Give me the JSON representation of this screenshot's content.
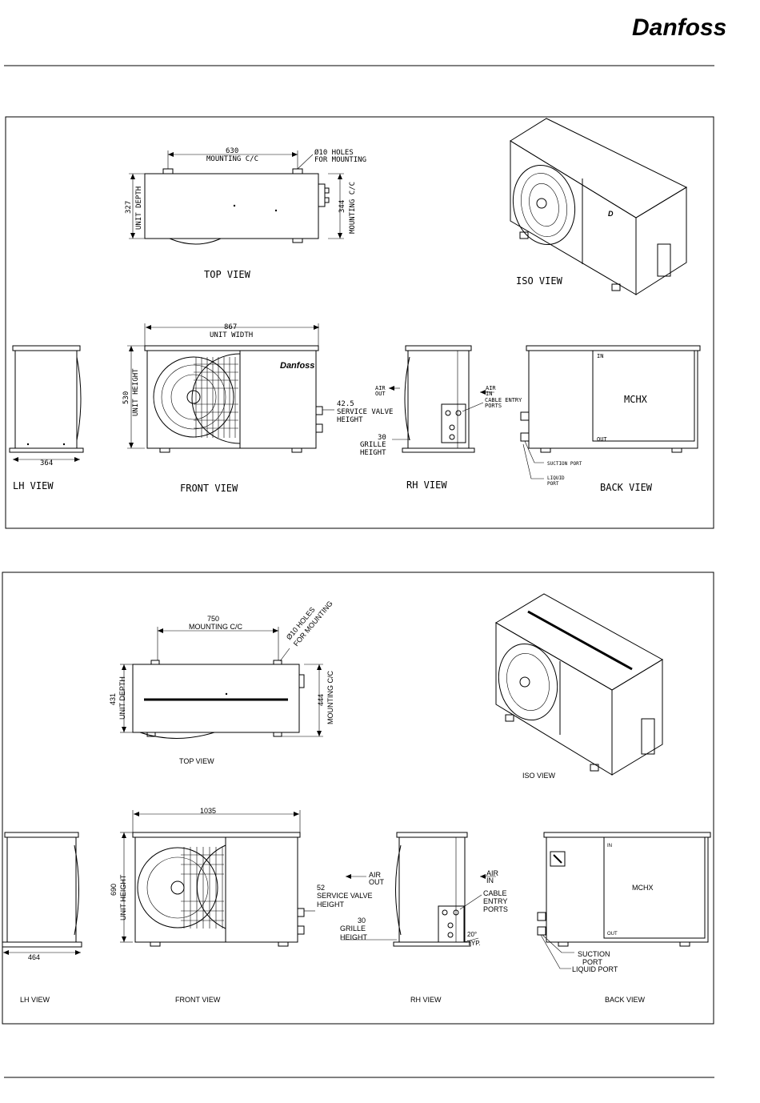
{
  "header": {
    "brand": "Danfoss"
  },
  "panel1": {
    "top_view": {
      "title": "TOP VIEW",
      "mounting_value": "630",
      "mounting_label": "MOUNTING C/C",
      "holes_line1": "Ø10 HOLES",
      "holes_line2": "FOR MOUNTING",
      "depth_value": "327",
      "depth_label": "UNIT DEPTH",
      "mount_cc_value": "344",
      "mount_cc_label": "MOUNTING C/C"
    },
    "iso_view": {
      "title": "ISO VIEW"
    },
    "lh_view": {
      "title": "LH VIEW",
      "width_value": "364"
    },
    "front_view": {
      "title": "FRONT VIEW",
      "width_value": "867",
      "width_label": "UNIT WIDTH",
      "height_value": "530",
      "height_label": "UNIT HEIGHT",
      "svc_value": "42.5",
      "svc_line1": "SERVICE VALVE",
      "svc_line2": "HEIGHT"
    },
    "rh_view": {
      "title": "RH VIEW",
      "air_out_1": "AIR",
      "air_out_2": "OUT",
      "air_in_1": "AIR",
      "air_in_2": "IN",
      "cable_1": "CABLE ENTRY",
      "cable_2": "PORTS",
      "grille_value": "30",
      "grille_1": "GRILLE",
      "grille_2": "HEIGHT"
    },
    "back_view": {
      "title": "BACK VIEW",
      "in_label": "IN",
      "out_label": "OUT",
      "mchx_label": "MCHX",
      "suction": "SUCTION PORT",
      "liquid_1": "LIQUID",
      "liquid_2": "PORT"
    }
  },
  "panel2": {
    "top_view": {
      "title": "TOP  VIEW",
      "mounting_value": "750",
      "mounting_label": "MOUNTING C/C",
      "holes_line1": "Ø10 HOLES",
      "holes_line2": "FOR MOUNTING",
      "depth_value": "431",
      "depth_label": "UNIT DEPTH",
      "mount_cc_value": "444",
      "mount_cc_label": "MOUNTING C/C"
    },
    "iso_view": {
      "title": "ISO  VIEW"
    },
    "lh_view": {
      "title": "LH  VIEW",
      "width_value": "464"
    },
    "front_view": {
      "title": "FRONT  VIEW",
      "width_value": "1035",
      "height_value": "690",
      "height_label": "UNIT HEIGHT",
      "svc_value": "52",
      "svc_line1": "SERVICE VALVE",
      "svc_line2": "HEIGHT"
    },
    "rh_view": {
      "title": "RH  VIEW",
      "air_out_1": "AIR",
      "air_out_2": "OUT",
      "air_in_1": "AIR",
      "air_in_2": "IN",
      "cable_1": "CABLE",
      "cable_2": "ENTRY",
      "cable_3": "PORTS",
      "grille_value": "30",
      "grille_1": "GRILLE",
      "grille_2": "HEIGHT",
      "angle_value": "20°",
      "angle_label": "TYP."
    },
    "back_view": {
      "title": "BACK  VIEW",
      "in_label": "IN",
      "out_label": "OUT",
      "mchx_label": "MCHX",
      "suction_1": "SUCTION",
      "suction_2": "PORT",
      "liquid": "LIQUID PORT"
    }
  }
}
